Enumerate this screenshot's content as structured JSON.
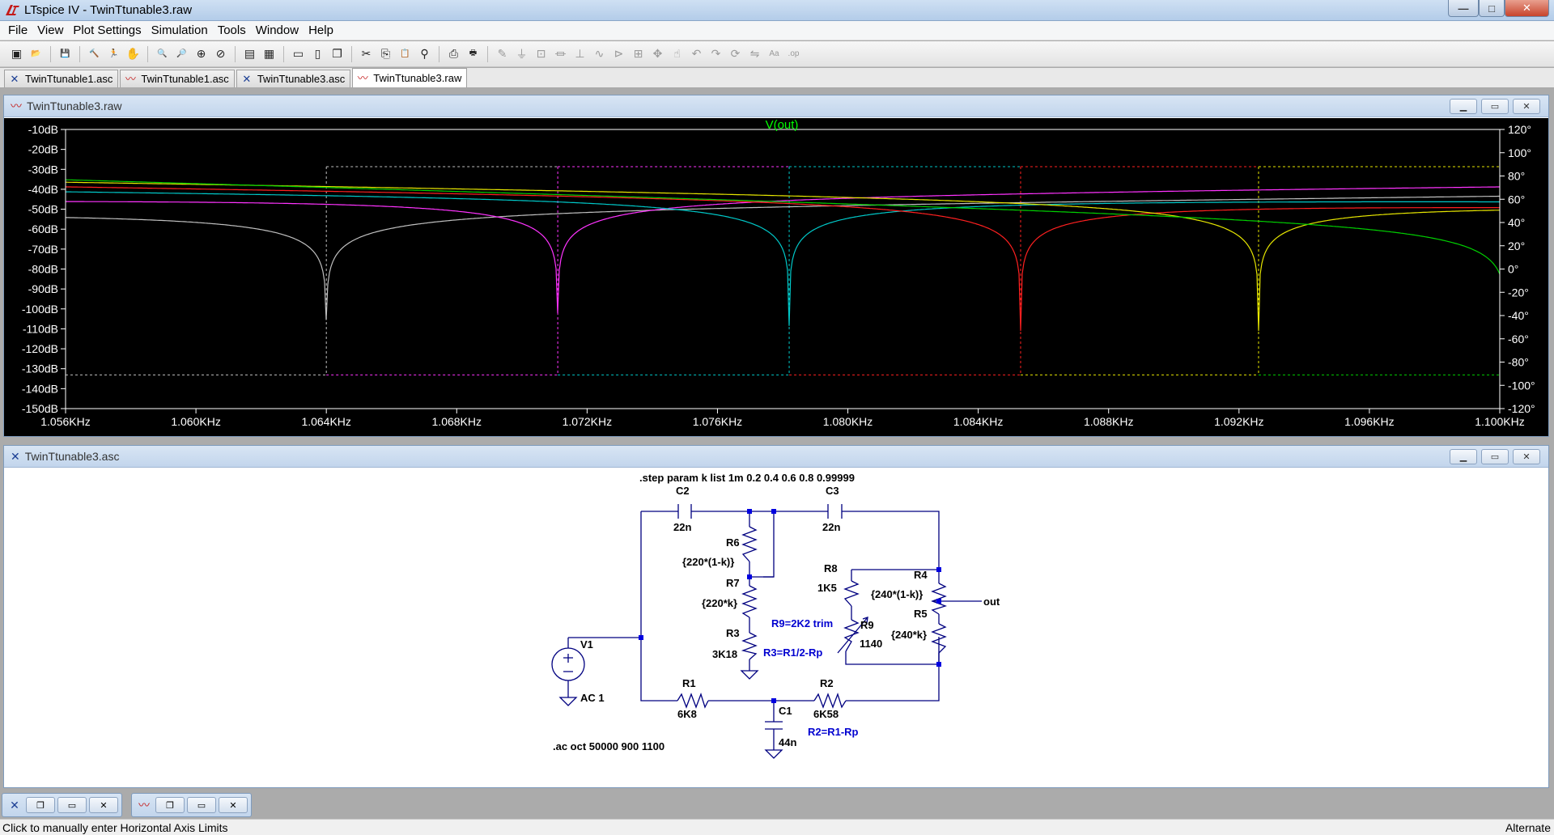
{
  "window": {
    "title": "LTspice IV - TwinTtunable3.raw",
    "min": "—",
    "max": "□",
    "close": "✕"
  },
  "menu": [
    "File",
    "View",
    "Plot Settings",
    "Simulation",
    "Tools",
    "Window",
    "Help"
  ],
  "toolbar": {
    "groups": [
      [
        "new-schematic-icon",
        "open-icon"
      ],
      [
        "save-icon"
      ],
      [
        "control-panel-icon",
        "run-icon",
        "pan-icon"
      ],
      [
        "zoom-in-icon",
        "zoom-out-icon",
        "zoom-extents-icon",
        "zoom-cancel-icon"
      ],
      [
        "autorange-icon",
        "grid-icon"
      ],
      [
        "tile-horizontal-icon",
        "tile-vertical-icon",
        "cascade-icon"
      ],
      [
        "cut-icon",
        "copy-icon",
        "paste-icon",
        "find-icon"
      ],
      [
        "print-preview-icon",
        "print-icon"
      ],
      [
        "wire-icon",
        "ground-icon",
        "label-icon",
        "resistor-icon",
        "capacitor-icon",
        "inductor-icon",
        "diode-icon",
        "component-icon",
        "move-icon",
        "drag-icon",
        "undo-icon",
        "redo-icon",
        "rotate-icon",
        "mirror-icon",
        "text-icon",
        "spice-directive-icon"
      ]
    ],
    "glyphs": {
      "new-schematic-icon": "▣",
      "open-icon": "📂",
      "save-icon": "💾",
      "control-panel-icon": "🔨",
      "run-icon": "🏃",
      "pan-icon": "✋",
      "zoom-in-icon": "🔍",
      "zoom-out-icon": "🔎",
      "zoom-extents-icon": "⊕",
      "zoom-cancel-icon": "⊘",
      "autorange-icon": "▤",
      "grid-icon": "▦",
      "tile-horizontal-icon": "▭",
      "tile-vertical-icon": "▯",
      "cascade-icon": "❐",
      "cut-icon": "✂",
      "copy-icon": "⎘",
      "paste-icon": "📋",
      "find-icon": "⚲",
      "print-preview-icon": "⎙",
      "print-icon": "🖶",
      "wire-icon": "✎",
      "ground-icon": "⏚",
      "label-icon": "⊡",
      "resistor-icon": "⏛",
      "capacitor-icon": "⊥",
      "inductor-icon": "∿",
      "diode-icon": "⊳",
      "component-icon": "⊞",
      "move-icon": "✥",
      "drag-icon": "☝",
      "undo-icon": "↶",
      "redo-icon": "↷",
      "rotate-icon": "⟳",
      "mirror-icon": "⇋",
      "text-icon": "Aa",
      ".": "",
      "spice-directive-icon": ".op"
    }
  },
  "tabs": [
    {
      "label": "TwinTtunable1.asc",
      "kind": "schematic",
      "active": false
    },
    {
      "label": "TwinTtunable1.asc",
      "kind": "waveform",
      "active": false
    },
    {
      "label": "TwinTtunable3.asc",
      "kind": "schematic",
      "active": false
    },
    {
      "label": "TwinTtunable3.raw",
      "kind": "waveform",
      "active": true
    }
  ],
  "plot_window": {
    "title": "TwinTtunable3.raw"
  },
  "schematic_window": {
    "title": "TwinTtunable3.asc"
  },
  "chart_data": {
    "type": "line",
    "title": "V(out)",
    "title_color": "#00ff00",
    "background": "#000000",
    "x_ticks": [
      "1.056KHz",
      "1.060KHz",
      "1.064KHz",
      "1.068KHz",
      "1.072KHz",
      "1.076KHz",
      "1.080KHz",
      "1.084KHz",
      "1.088KHz",
      "1.092KHz",
      "1.096KHz",
      "1.100KHz"
    ],
    "xlim": [
      1056,
      1100
    ],
    "y_ticks_left": [
      "-10dB",
      "-20dB",
      "-30dB",
      "-40dB",
      "-50dB",
      "-60dB",
      "-70dB",
      "-80dB",
      "-90dB",
      "-100dB",
      "-110dB",
      "-120dB",
      "-130dB",
      "-140dB",
      "-150dB"
    ],
    "ylim_left": [
      -150,
      -10
    ],
    "y_ticks_right": [
      "120°",
      "100°",
      "80°",
      "60°",
      "40°",
      "20°",
      "0°",
      "-20°",
      "-40°",
      "-60°",
      "-80°",
      "-100°",
      "-120°"
    ],
    "ylim_right": [
      -120,
      120
    ],
    "series": [
      {
        "color": "#c0c0c0",
        "notch_f": 1064.0,
        "notch_db": -108,
        "start_db": -49,
        "end_db": -42,
        "phase_deg": -91
      },
      {
        "color": "#ff33ff",
        "notch_f": 1071.1,
        "notch_db": -112,
        "start_db": -43,
        "end_db": -37,
        "phase_deg": -91
      },
      {
        "color": "#00c8c8",
        "notch_f": 1078.2,
        "notch_db": -114,
        "start_db": -39,
        "end_db": -44,
        "phase_deg": -91
      },
      {
        "color": "#ff2020",
        "notch_f": 1085.3,
        "notch_db": -111,
        "start_db": -37,
        "end_db": -46,
        "phase_deg": -91
      },
      {
        "color": "#e6e600",
        "notch_f": 1092.6,
        "notch_db": -111,
        "start_db": -35,
        "end_db": -45,
        "phase_deg": -91
      },
      {
        "color": "#00d000",
        "notch_f": 1100.2,
        "notch_db": -105,
        "start_db": -34,
        "end_db": -54,
        "phase_deg": -91
      }
    ],
    "phase_top_deg": 88,
    "phase_jump_colors_top": [
      "#c0c0c0",
      "#c0c0c0",
      "#ff33ff",
      "#00c8c8",
      "#ff2020",
      "#e6e600",
      "#00d000"
    ]
  },
  "schematic": {
    "directive_step": ".step param k list 1m 0.2 0.4 0.6 0.8 0.99999",
    "directive_ac": ".ac oct 50000 900 1100",
    "components": {
      "C2": {
        "name": "C2",
        "value": "22n"
      },
      "C3": {
        "name": "C3",
        "value": "22n"
      },
      "C1": {
        "name": "C1",
        "value": "44n"
      },
      "R6": {
        "name": "R6",
        "value": "{220*(1-k)}"
      },
      "R7": {
        "name": "R7",
        "value": "{220*k}"
      },
      "R3": {
        "name": "R3",
        "value": "3K18"
      },
      "R8": {
        "name": "R8",
        "value": "1K5"
      },
      "R9": {
        "name": "R9",
        "value": "1140"
      },
      "R4": {
        "name": "R4",
        "value": "{240*(1-k)}"
      },
      "R5": {
        "name": "R5",
        "value": "{240*k}"
      },
      "R1": {
        "name": "R1",
        "value": "6K8"
      },
      "R2": {
        "name": "R2",
        "value": "6K58"
      },
      "V1": {
        "name": "V1",
        "value": "AC 1"
      }
    },
    "comments": {
      "r9": "R9=2K2 trim",
      "r3": "R3=R1/2-Rp",
      "r2": "R2=R1-Rp"
    },
    "net_out": "out"
  },
  "statusbar": {
    "left": "Click to manually enter Horizontal Axis Limits",
    "right": "Alternate"
  }
}
